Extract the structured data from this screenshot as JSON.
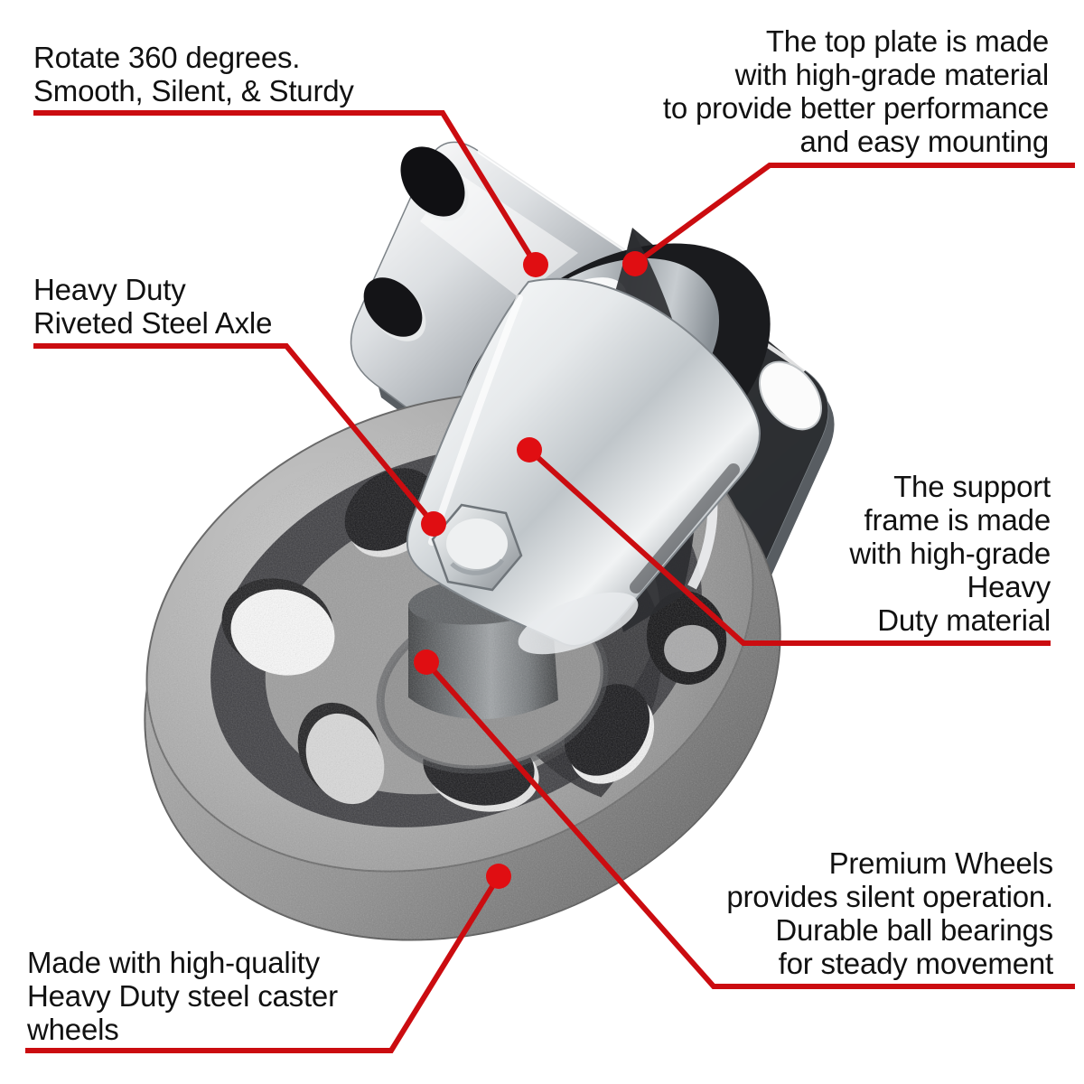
{
  "product": {
    "name": "swivel-plate-caster-with-steel-wheel"
  },
  "colors": {
    "background": "#ffffff",
    "text": "#111111",
    "leader_line_red": "#cb0c10",
    "callout_dot_red": "#e00e12"
  },
  "callouts": {
    "rotate": {
      "align": "left",
      "lines": [
        "Rotate 360 degrees.",
        "Smooth, Silent, & Sturdy"
      ]
    },
    "top_plate": {
      "align": "right",
      "lines": [
        "The top plate is made",
        "with high-grade material",
        "to provide better performance",
        "and easy mounting"
      ]
    },
    "axle": {
      "align": "left",
      "lines": [
        "Heavy Duty",
        "Riveted Steel Axle"
      ]
    },
    "support_frame": {
      "align": "right",
      "lines": [
        "The support",
        "frame is made",
        "with high-grade",
        "Heavy",
        "Duty material"
      ]
    },
    "premium_wheels": {
      "align": "right",
      "lines": [
        "Premium Wheels",
        "provides silent operation.",
        "Durable ball bearings",
        "for steady movement"
      ]
    },
    "steel_wheels": {
      "align": "left",
      "lines": [
        "Made with high-quality",
        "Heavy Duty steel caster",
        "wheels"
      ]
    }
  }
}
